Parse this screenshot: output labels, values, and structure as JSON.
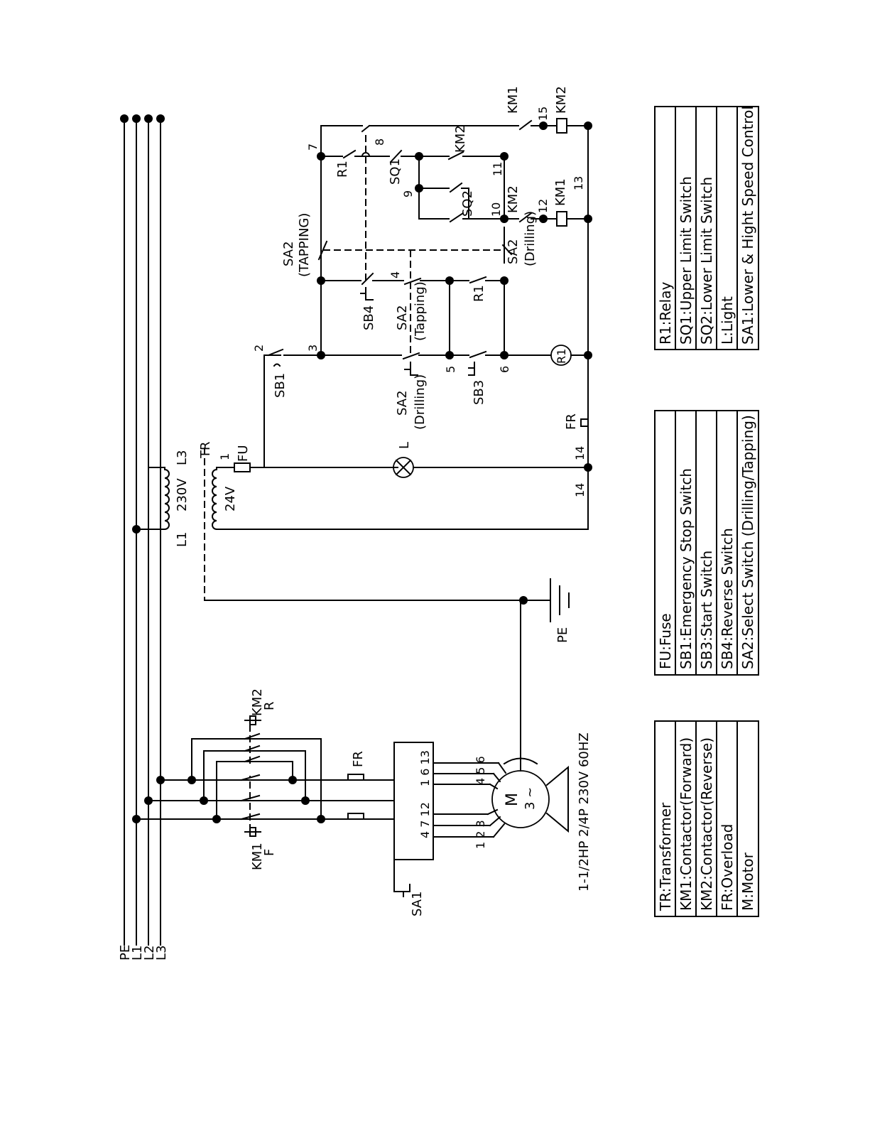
{
  "bus": {
    "pe": "PE",
    "l1": "L1",
    "l2": "L2",
    "l3": "L3"
  },
  "power": {
    "km1": "KM1",
    "km1_dir": "F",
    "km2": "KM2",
    "km2_dir": "R",
    "fr": "FR",
    "sa1": "SA1",
    "terminal_top_left": "4 7 12",
    "terminal_top_right": "1 6 13",
    "motor_wires_left": "1 2 3",
    "motor_wires_right": "4 5 6",
    "motor_m": "M",
    "motor_phase": "3 ~",
    "motor_rating": "1-1/2HP 2/4P 230V 60HZ",
    "pe": "PE"
  },
  "transformer": {
    "tr": "TR",
    "primary_v": "230V",
    "secondary_v": "24V",
    "l1": "L1",
    "l3": "L3",
    "fu": "FU",
    "node1": "1"
  },
  "control": {
    "node_14a": "14",
    "node_14b": "14",
    "lamp": "L",
    "fr": "FR",
    "sb1": "SB1",
    "node2": "2",
    "node3": "3",
    "sa2_drilling_main": "SA2",
    "sa2_drilling_main_sub": "(Drilling)",
    "sa2_tapping_main": "SA2",
    "sa2_tapping_main_sub": "(Tapping)",
    "node5": "5",
    "sb3": "SB3",
    "node6": "6",
    "r1_coil": "R1",
    "sb4": "SB4",
    "node4": "4",
    "r1_contact": "R1",
    "sa2_tapping_top": "SA2",
    "sa2_tapping_top_sub": "(TAPPING)",
    "sa2_drilling_bottom": "SA2",
    "sa2_drilling_bottom_sub": "(Drilling)",
    "node7": "7",
    "r1_top": "R1",
    "node8": "8",
    "sq1": "SQ1",
    "node9": "9",
    "sq2": "SQ2",
    "node10": "10",
    "km2_contact": "KM2",
    "node11": "11",
    "km2_interlock": "KM2",
    "node12": "12",
    "km1_coil": "KM1",
    "node13": "13",
    "km1_interlock": "KM1",
    "node15": "15",
    "km2_coil": "KM2"
  },
  "legend": {
    "table1": [
      "TR:Transformer",
      "KM1:Contactor(Forward)",
      "KM2:Contactor(Reverse)",
      "FR:Overload",
      "M:Motor"
    ],
    "table2": [
      "FU:Fuse",
      "SB1:Emergency Stop Switch",
      "SB3:Start Switch",
      "SB4:Reverse Switch",
      "SA2:Select Switch (Drilling/Tapping)"
    ],
    "table3": [
      "R1:Relay",
      "SQ1:Upper Limit Switch",
      "SQ2:Lower Limit Switch",
      "L:Light",
      "SA1:Lower & Hight Speed Control"
    ]
  }
}
